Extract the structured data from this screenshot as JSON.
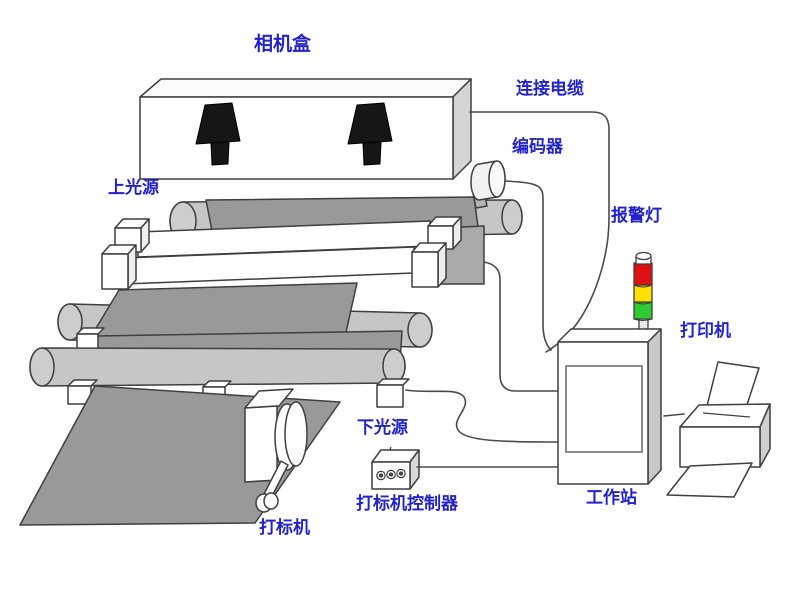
{
  "diagram_title": "machine-vision web inspection system diagram",
  "labels": {
    "camera_box": "相机盒",
    "connection_cable": "连接电缆",
    "encoder": "编码器",
    "alarm_light": "报警灯",
    "printer": "打印机",
    "upper_light_source": "上光源",
    "lower_light_source": "下光源",
    "marker_controller": "打标机控制器",
    "marker": "打标机",
    "workstation": "工作站"
  },
  "colors": {
    "label_text": "#2222cc",
    "web_material": "#999999",
    "roller": "#c6c6c6",
    "roller_cap": "#cdcdcd",
    "side_face": "#c9c9c9",
    "mount_gray": "#a9a9a9",
    "outline": "#3f3f3f",
    "cable": "#4a4a4a",
    "camera_black": "#161616",
    "alarm_red": "#dd1111",
    "alarm_yellow": "#ffe000",
    "alarm_green": "#2ecc2e"
  }
}
